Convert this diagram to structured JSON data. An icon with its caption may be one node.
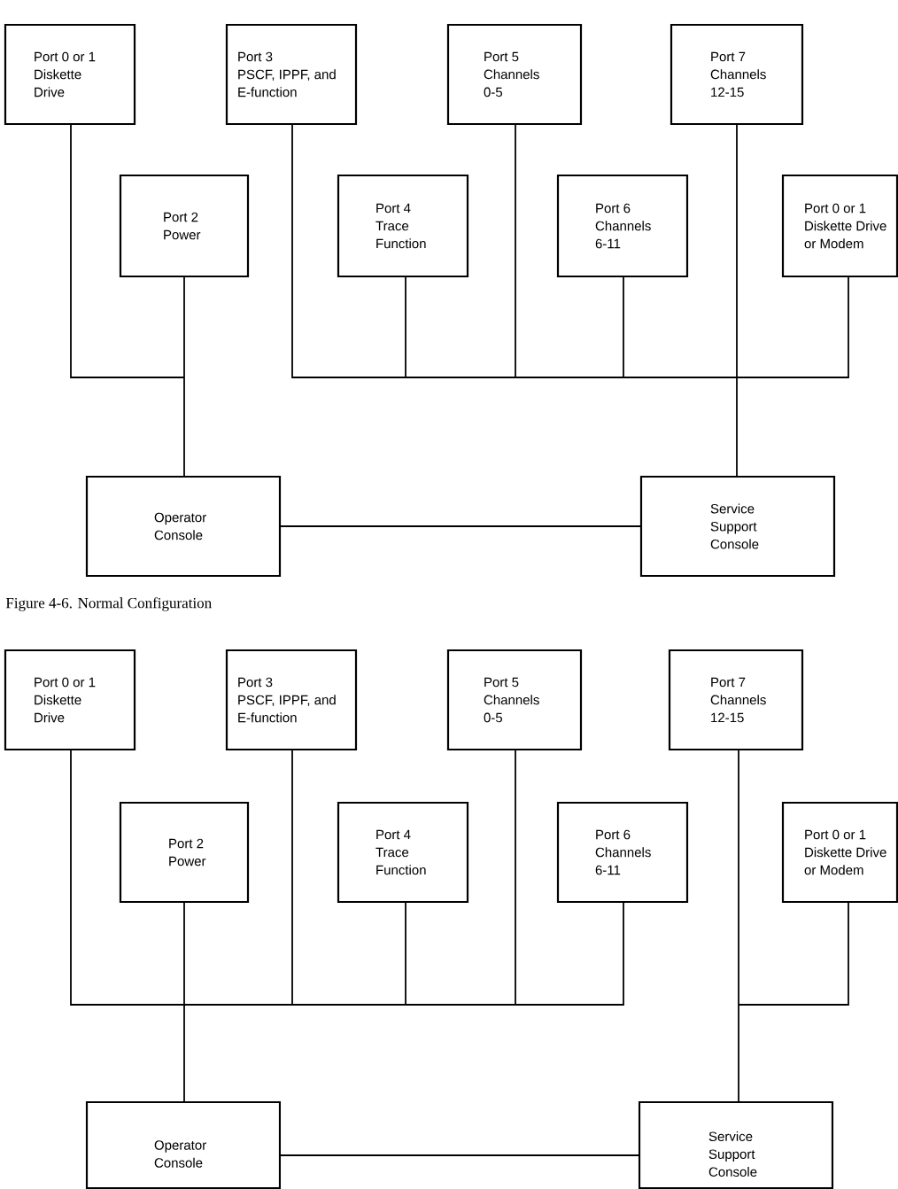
{
  "diagram": {
    "caption": "Figure 4-6. Normal Configuration",
    "nodes": [
      {
        "text": [
          "Port 0 or 1",
          "Diskette Drive"
        ]
      },
      {
        "text": [
          "Port 3",
          "PSCF, IPPF, and E-function"
        ]
      },
      {
        "text": [
          "Port 5",
          "Channels 0-5"
        ]
      },
      {
        "text": [
          "Port 7",
          "Channels 12-15"
        ]
      },
      {
        "text": [
          "Port 2",
          "Power"
        ]
      },
      {
        "text": [
          "Port 4",
          "Trace Function"
        ]
      },
      {
        "text": [
          "Port 6",
          "Channels 6-11"
        ]
      },
      {
        "text": [
          "Port 0 or 1",
          "Diskette Drive or Modem"
        ]
      },
      {
        "text": [
          "Operator Console"
        ]
      },
      {
        "text": [
          "Service Support Console"
        ]
      },
      {
        "text": [
          "Port 0 or 1",
          "Diskette Drive"
        ]
      },
      {
        "text": [
          "Port 3",
          "PSCF, IPPF, and E-function"
        ]
      },
      {
        "text": [
          "Port 5",
          "Channels 0-5"
        ]
      },
      {
        "text": [
          "Port 7",
          "Channels 12-15"
        ]
      },
      {
        "text": [
          "Port 2",
          "Power"
        ]
      },
      {
        "text": [
          "Port 4",
          "Trace Function"
        ]
      },
      {
        "text": [
          "Port 6",
          "Channels 6-11"
        ]
      },
      {
        "text": [
          "Port 0 or 1",
          "Diskette Drive or Modem"
        ]
      },
      {
        "text": [
          "Operator Console"
        ]
      },
      {
        "text": [
          "Service Support Console"
        ]
      }
    ],
    "edges": [
      {
        "from": 0,
        "to": 8,
        "arrow": "none"
      },
      {
        "from": 4,
        "to": 8,
        "arrow": "none"
      },
      {
        "from": 1,
        "to": 9,
        "arrow": "none"
      },
      {
        "from": 5,
        "to": 9,
        "arrow": "none"
      },
      {
        "from": 2,
        "to": 9,
        "arrow": "none"
      },
      {
        "from": 6,
        "to": 9,
        "arrow": "none"
      },
      {
        "from": 3,
        "to": 9,
        "arrow": "none"
      },
      {
        "from": 7,
        "to": 9,
        "arrow": "none"
      },
      {
        "from": 8,
        "to": 9,
        "arrow": "none"
      },
      {
        "from": 10,
        "to": 18,
        "arrow": "none"
      },
      {
        "from": 14,
        "to": 18,
        "arrow": "none"
      },
      {
        "from": 11,
        "to": 18,
        "arrow": "none"
      },
      {
        "from": 15,
        "to": 18,
        "arrow": "none"
      },
      {
        "from": 12,
        "to": 18,
        "arrow": "none"
      },
      {
        "from": 16,
        "to": 18,
        "arrow": "none"
      },
      {
        "from": 13,
        "to": 19,
        "arrow": "none"
      },
      {
        "from": 17,
        "to": 19,
        "arrow": "none"
      },
      {
        "from": 18,
        "to": 19,
        "arrow": "none"
      }
    ]
  }
}
